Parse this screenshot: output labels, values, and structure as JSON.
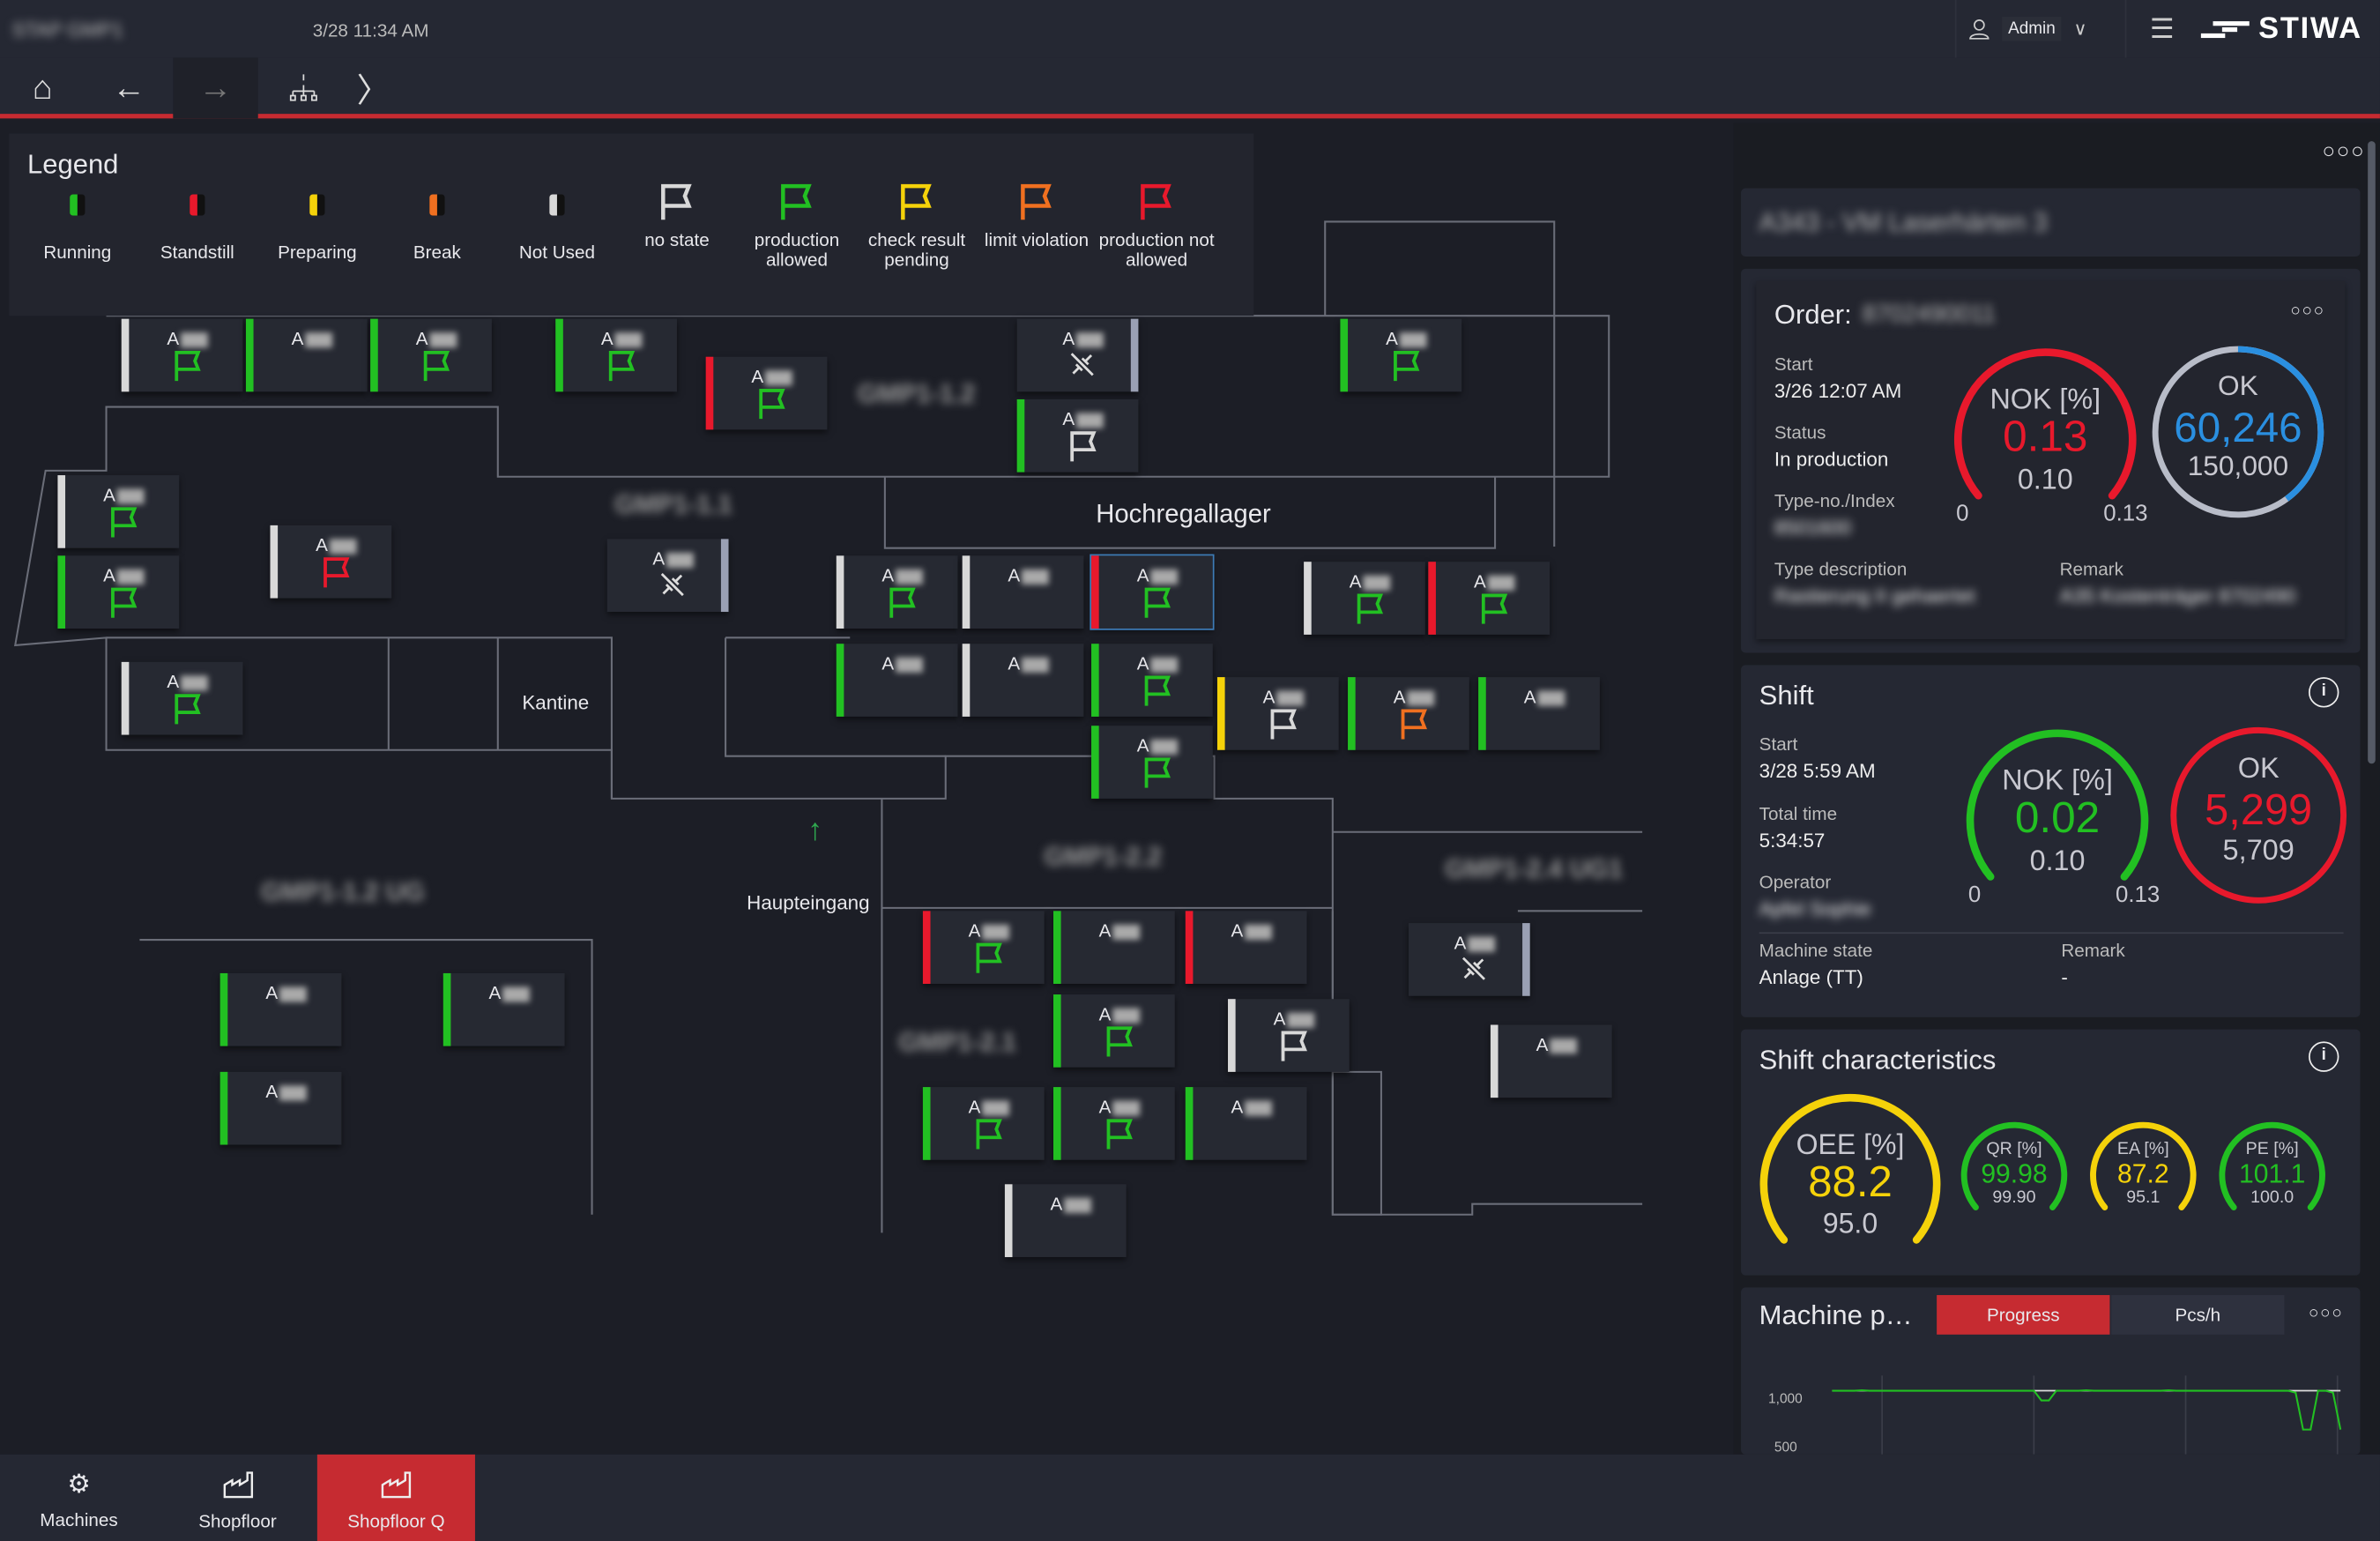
{
  "header": {
    "station": "STAP GMP1",
    "datetime": "3/28 11:34 AM",
    "user": "Admin",
    "brand": "STIWA"
  },
  "legend": {
    "title": "Legend",
    "items": [
      {
        "label": "Running",
        "kind": "lamp",
        "color": "#22c022"
      },
      {
        "label": "Standstill",
        "kind": "lamp",
        "color": "#e8192c"
      },
      {
        "label": "Preparing",
        "kind": "lamp",
        "color": "#f5d20a"
      },
      {
        "label": "Break",
        "kind": "lamp",
        "color": "#f07020"
      },
      {
        "label": "Not Used",
        "kind": "lamp",
        "color": "#d8d8d8"
      },
      {
        "label": "no state",
        "kind": "flag",
        "color": "#d8d8d8"
      },
      {
        "label": "production allowed",
        "kind": "flag",
        "color": "#22c022"
      },
      {
        "label": "check result pending",
        "kind": "flag",
        "color": "#f5d20a"
      },
      {
        "label": "limit violation",
        "kind": "flag",
        "color": "#f07020"
      },
      {
        "label": "production not allowed",
        "kind": "flag",
        "color": "#e8192c"
      }
    ]
  },
  "colors": {
    "running": "#22c022",
    "standstill": "#e8192c",
    "preparing": "#f5d20a",
    "break": "#f07020",
    "notused": "#d8d8d8",
    "disconnected": "#9aa0b4",
    "accent": "#c62b31",
    "blue": "#2a8fe0"
  },
  "floor": {
    "labels": {
      "hochregallager": "Hochregallager",
      "kantine": "Kantine",
      "haupteingang": "Haupteingang"
    },
    "areas": [
      "GMP1-1.2",
      "GMP1-1.1",
      "GMP1-1.2 UG",
      "GMP1-2.2",
      "GMP1-2.1",
      "GMP1-2.4 UG1"
    ],
    "machine_prefix": "A",
    "machines": [
      {
        "state": "notused",
        "flag": "running"
      },
      {
        "state": "running",
        "flag": null
      },
      {
        "state": "running",
        "flag": "running"
      },
      {
        "state": "running",
        "flag": "running"
      },
      {
        "state": "standstill",
        "flag": "running"
      },
      {
        "state": "disconnected",
        "flag": "disconnected"
      },
      {
        "state": "running",
        "flag": "notused"
      },
      {
        "state": "running",
        "flag": "running"
      },
      {
        "state": "notused",
        "flag": "running"
      },
      {
        "state": "running",
        "flag": "running"
      },
      {
        "state": "notused",
        "flag": "standstill"
      },
      {
        "state": "disconnected",
        "flag": "disconnected"
      },
      {
        "state": "notused",
        "flag": "running"
      },
      {
        "state": "notused",
        "flag": "running"
      },
      {
        "state": "notused",
        "flag": null
      },
      {
        "state": "standstill",
        "flag": "running",
        "selected": true
      },
      {
        "state": "notused",
        "flag": "running"
      },
      {
        "state": "standstill",
        "flag": "running"
      },
      {
        "state": "running",
        "flag": null
      },
      {
        "state": "notused",
        "flag": null
      },
      {
        "state": "running",
        "flag": "running"
      },
      {
        "state": "running",
        "flag": "running"
      },
      {
        "state": "preparing",
        "flag": "notused"
      },
      {
        "state": "running",
        "flag": "break"
      },
      {
        "state": "running",
        "flag": null
      },
      {
        "state": "standstill",
        "flag": "running"
      },
      {
        "state": "running",
        "flag": null
      },
      {
        "state": "standstill",
        "flag": null
      },
      {
        "state": "running",
        "flag": "running"
      },
      {
        "state": "notused",
        "flag": "notused"
      },
      {
        "state": "running",
        "flag": "running"
      },
      {
        "state": "running",
        "flag": "running"
      },
      {
        "state": "running",
        "flag": null
      },
      {
        "state": "notused",
        "flag": null
      },
      {
        "state": "disconnected",
        "flag": "disconnected"
      },
      {
        "state": "notused",
        "flag": null
      },
      {
        "state": "running",
        "flag": null
      },
      {
        "state": "running",
        "flag": null
      },
      {
        "state": "running",
        "flag": null
      }
    ]
  },
  "machine_panel": {
    "title": "A343 - VM Laserhärten 3"
  },
  "order": {
    "title": "Order:",
    "number": "8702490011",
    "start_label": "Start",
    "start": "3/26 12:07 AM",
    "status_label": "Status",
    "status": "In production",
    "type_label": "Type-no./Index",
    "type": "8501600",
    "typedesc_label": "Type description",
    "typedesc": "Rastierung II gehaertet",
    "remark_label": "Remark",
    "remark": "A35 Kostenträger 8702490",
    "nok": {
      "label": "NOK [%]",
      "value": "0.13",
      "target": "0.10",
      "min": "0",
      "max": "0.13",
      "fraction": 1.0
    },
    "ok": {
      "label": "OK",
      "value": "60,246",
      "target": "150,000",
      "fraction": 0.4
    }
  },
  "shift": {
    "title": "Shift",
    "start_label": "Start",
    "start": "3/28 5:59 AM",
    "total_label": "Total time",
    "total": "5:34:57",
    "operator_label": "Operator",
    "operator": "Apfel Sophie",
    "state_label": "Machine state",
    "state": "Anlage (TT)",
    "remark_label": "Remark",
    "remark": "-",
    "nok": {
      "label": "NOK [%]",
      "value": "0.02",
      "target": "0.10",
      "min": "0",
      "max": "0.13",
      "fraction": 1.0
    },
    "ok": {
      "label": "OK",
      "value": "5,299",
      "target": "5,709",
      "fraction": 1.0
    }
  },
  "characteristics": {
    "title": "Shift characteristics",
    "gauges": [
      {
        "label": "OEE [%]",
        "value": "88.2",
        "target": "95.0",
        "color": "#f5d20a"
      },
      {
        "label": "QR [%]",
        "value": "99.98",
        "target": "99.90",
        "color": "#22c022"
      },
      {
        "label": "EA [%]",
        "value": "87.2",
        "target": "95.1",
        "color": "#f5d20a"
      },
      {
        "label": "PE [%]",
        "value": "101.1",
        "target": "100.0",
        "color": "#22c022"
      }
    ]
  },
  "progress": {
    "title": "Machine p…",
    "tabs": [
      "Progress",
      "Pcs/h"
    ],
    "active": 0,
    "chart_data": {
      "type": "line",
      "yticks": [
        "1,000",
        "500"
      ],
      "target": 1000,
      "values": [
        1000,
        1000,
        1000,
        1000,
        1005,
        1000,
        1000,
        1000,
        1000,
        1000,
        1000,
        1000,
        1000,
        1000,
        1000,
        1000,
        1000,
        1000,
        1000,
        1000,
        1000,
        1000,
        1000,
        1000,
        1000,
        1000,
        1000,
        1000,
        900,
        900,
        1000,
        1000,
        1000,
        1000,
        1005,
        1000,
        1000,
        1000,
        1000,
        1000,
        1000,
        1000,
        1000,
        1000,
        1000,
        1005,
        1000,
        1000,
        1000,
        1000,
        1000,
        1000,
        1000,
        1000,
        1000,
        1000,
        1000,
        1000,
        1000,
        1000,
        1000,
        1000,
        980,
        600,
        600,
        1000,
        1000,
        980,
        600
      ]
    }
  },
  "bottom_tabs": [
    {
      "label": "Machines",
      "icon": "gears-icon"
    },
    {
      "label": "Shopfloor",
      "icon": "factory-icon"
    },
    {
      "label": "Shopfloor Q",
      "icon": "factory-icon",
      "active": true
    }
  ]
}
